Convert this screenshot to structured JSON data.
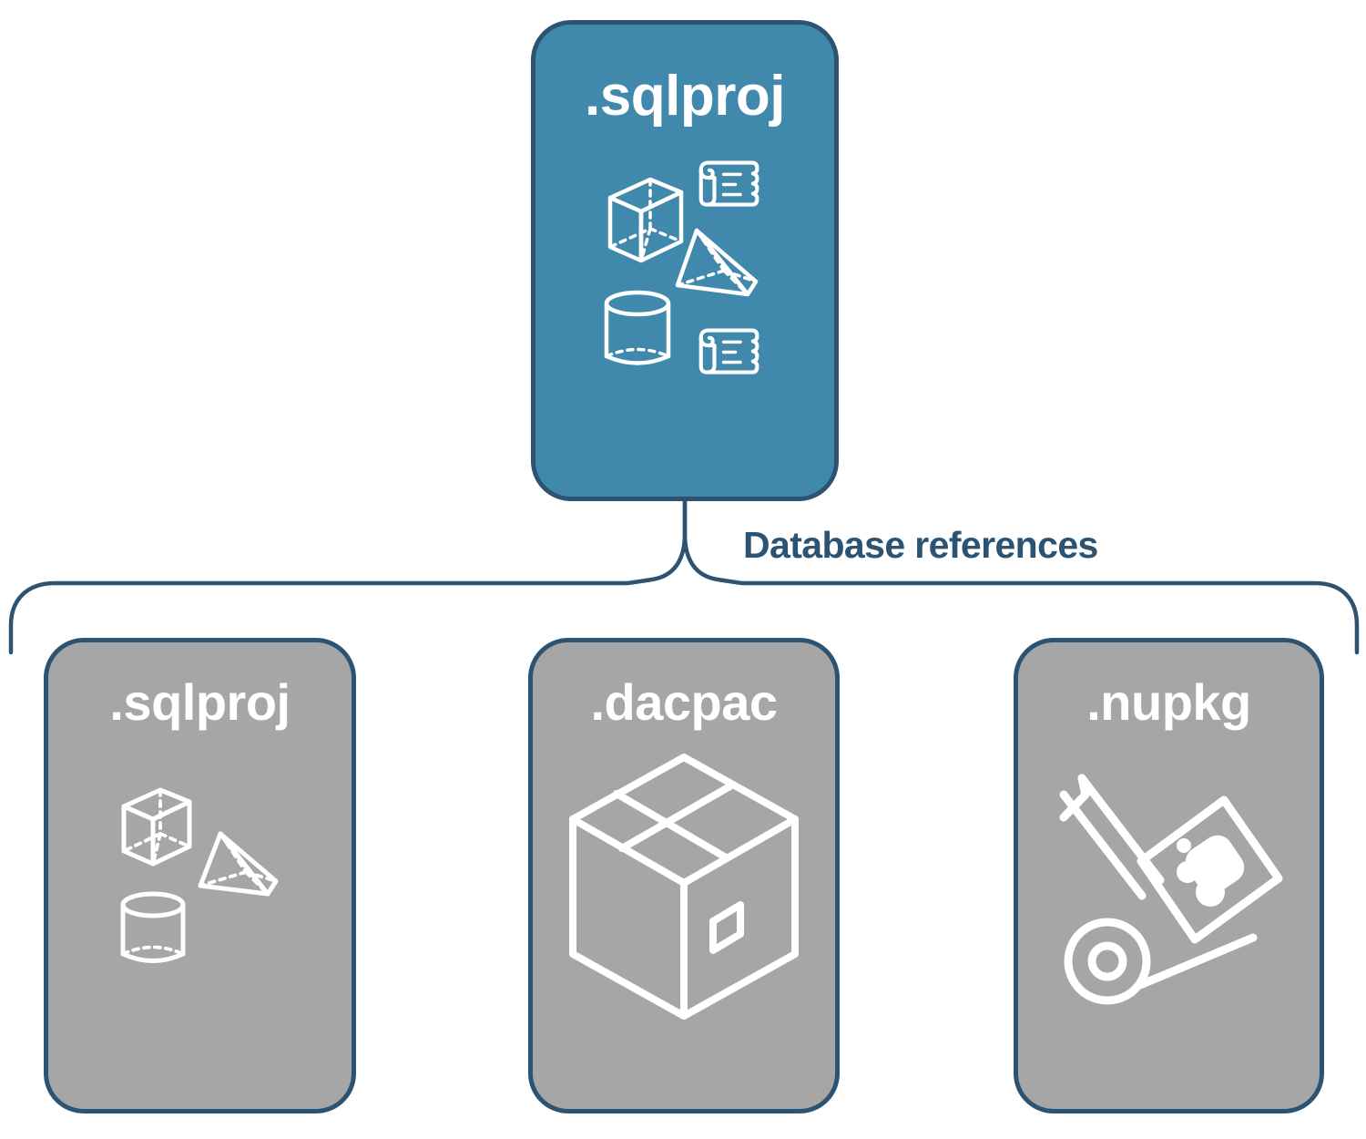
{
  "diagram": {
    "title": "SQL project database references diagram",
    "type": "relationship-diagram",
    "background_color": "#ffffff",
    "colors": {
      "primary_fill": "#4189ac",
      "secondary_fill": "#a6a6a6",
      "stroke": "#2d5372",
      "label_text": "#2d5372",
      "card_text": "#ffffff"
    }
  },
  "root": {
    "label": ".sqlproj",
    "icon": "database-objects-icon",
    "icon_parts": [
      "wireframe-cube",
      "scroll-script",
      "wireframe-pyramid",
      "wireframe-cylinder",
      "scroll-script"
    ],
    "fill": "#4189ac"
  },
  "connector": {
    "label": "Database references",
    "style": "curly-brace",
    "stroke": "#2d5372"
  },
  "children": [
    {
      "label": ".sqlproj",
      "icon": "database-objects-icon",
      "icon_parts": [
        "wireframe-cube",
        "wireframe-pyramid",
        "wireframe-cylinder"
      ],
      "fill": "#a6a6a6"
    },
    {
      "label": ".dacpac",
      "icon": "package-box-icon",
      "icon_parts": [
        "shipping-box",
        "box-seam",
        "box-label"
      ],
      "fill": "#a6a6a6"
    },
    {
      "label": ".nupkg",
      "icon": "hand-truck-icon",
      "icon_parts": [
        "dolly-handle",
        "dolly-wheel",
        "nuget-box"
      ],
      "fill": "#a6a6a6"
    }
  ]
}
